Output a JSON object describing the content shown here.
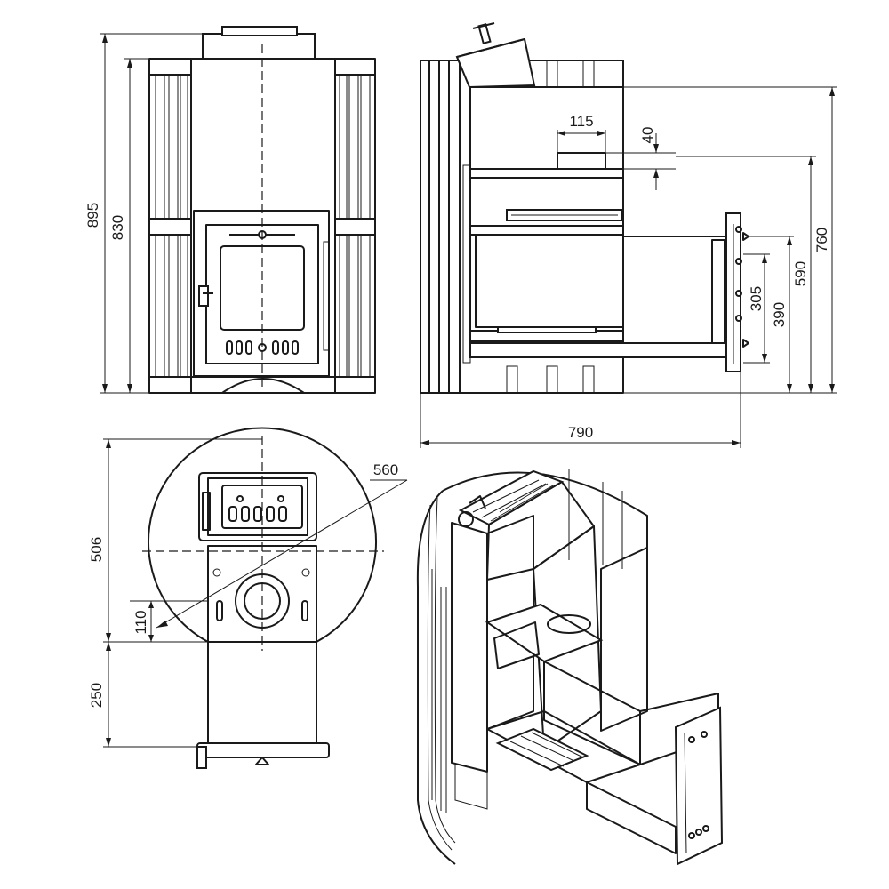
{
  "dimensions": {
    "front_total_height": "895",
    "front_body_height": "830",
    "side_top_depth": "115",
    "side_top_gap": "40",
    "side_height_760": "760",
    "side_height_590": "590",
    "side_height_390": "390",
    "side_door_305": "305",
    "side_total_depth": "790",
    "plan_diameter": "560",
    "plan_body_depth": "506",
    "plan_offset": "110",
    "plan_tunnel_length": "250"
  },
  "colors": {
    "stroke": "#1a1a1a",
    "background": "#ffffff"
  }
}
